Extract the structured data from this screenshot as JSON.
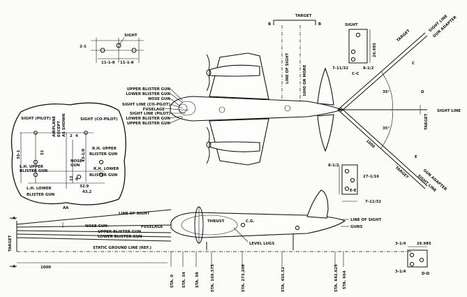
{
  "top_left_detail": {
    "sight": "SIGHT",
    "dim_vert": "2-1",
    "dim_left": "11-1-8",
    "dim_right": "11-1-8"
  },
  "top_target": {
    "label": "TARGET",
    "marker_b_left": "B",
    "marker_b_right": "B",
    "range": "1000 OR MORE",
    "line_of_sight": "LINE OF SIGHT"
  },
  "plan_callouts": [
    "UPPER BLISTER GUN",
    "LOWER BLISTER GUN",
    "NOSE GUN",
    "SIGHT LINE (CO-PILOT)",
    "FUSELAGE",
    "SIGHT LINE (PILOT)",
    "LOWER BLISTER GUN",
    "UPPER BLISTER GUN"
  ],
  "detail_cc": {
    "title": "SIGHT",
    "dim_v": "26.985",
    "dim_l": "7-11/32",
    "dim_r": "8-1/2",
    "label": "C-C"
  },
  "right_fan": {
    "upper_ray_label": "SIGHT LINE",
    "upper_ray_sub": "GUN ADAPTER",
    "upper_target": "TARGET",
    "sight_line": "SIGHT LINE",
    "angle_upper": "35°",
    "angle_lower": "35°",
    "right_target": "TARGET",
    "range_1000": "1000",
    "lower_ray_label": "GUN ADAPTER",
    "lower_ray_sub": "SIGHT LINE",
    "lower_target": "TARGET",
    "marker_c": "C",
    "marker_d": "D",
    "marker_e": "E"
  },
  "detail_ee": {
    "dim_v": "8-1/2",
    "dim_top": "27-1/16",
    "dim_bottom": "7-11/32",
    "label": "E-E"
  },
  "section_aa": {
    "sight_pilot": "SIGHT (PILOT)",
    "airplane_axis": "AIRPLANE",
    "axis_except": "EXCEPT",
    "axis_as_shown": "AS SHOWN",
    "sight_copilot": "SIGHT (CO-PILOT)",
    "dim_35": "35-1",
    "dim_51": "51",
    "dim_43": "43-1/8",
    "dim_4_top": "4",
    "dim_2_top": "2",
    "lh_upper_a": "L.H. UPPER",
    "lh_upper_b": "BLISTER GUN",
    "nose_a": "NOSE",
    "nose_b": "GUN",
    "rh_upper_a": "R.H. UPPER",
    "rh_upper_b": "BLISTER GUN",
    "rh_lower_a": "R.H. LOWER",
    "rh_lower_b": "BLISTER GUN",
    "dim_12": "12",
    "dim_6": "6",
    "dim_329": "32.9",
    "dim_432": "43.2",
    "lh_lower_a": "L.H. LOWER",
    "lh_lower_b": "BLISTER GUN",
    "label": "AA"
  },
  "side_view": {
    "line_of_sight_left": "LINE OF SIGHT",
    "nose_gun": "NOSE GUN",
    "fuselage": "FUSELAGE",
    "upper_blister": "UPPER BLISTER GUN",
    "lower_blister": "LOWER BLISTER GUN",
    "thrust": "THRUST",
    "cg": "C.G.",
    "level_lugs": "LEVEL LUGS",
    "ground_line": "STATIC GROUND LINE (REF.)",
    "line_of_sight_right": "LINE OF SIGHT",
    "guns": "GUNS",
    "target": "TARGET",
    "range": "1000",
    "marker_a": "A",
    "marker_a2": "A",
    "stations": [
      "STA. 0",
      "STA. 34",
      "STA. 98",
      "STA. 169.375",
      "STA. 273.208",
      "STA. 455.52",
      "STA. 642.625",
      "STA. 664"
    ]
  },
  "detail_dd": {
    "dim_top": "3-1/4",
    "dim_h": "26.985",
    "dim_bottom": "3-1/4",
    "label": "D-D"
  }
}
